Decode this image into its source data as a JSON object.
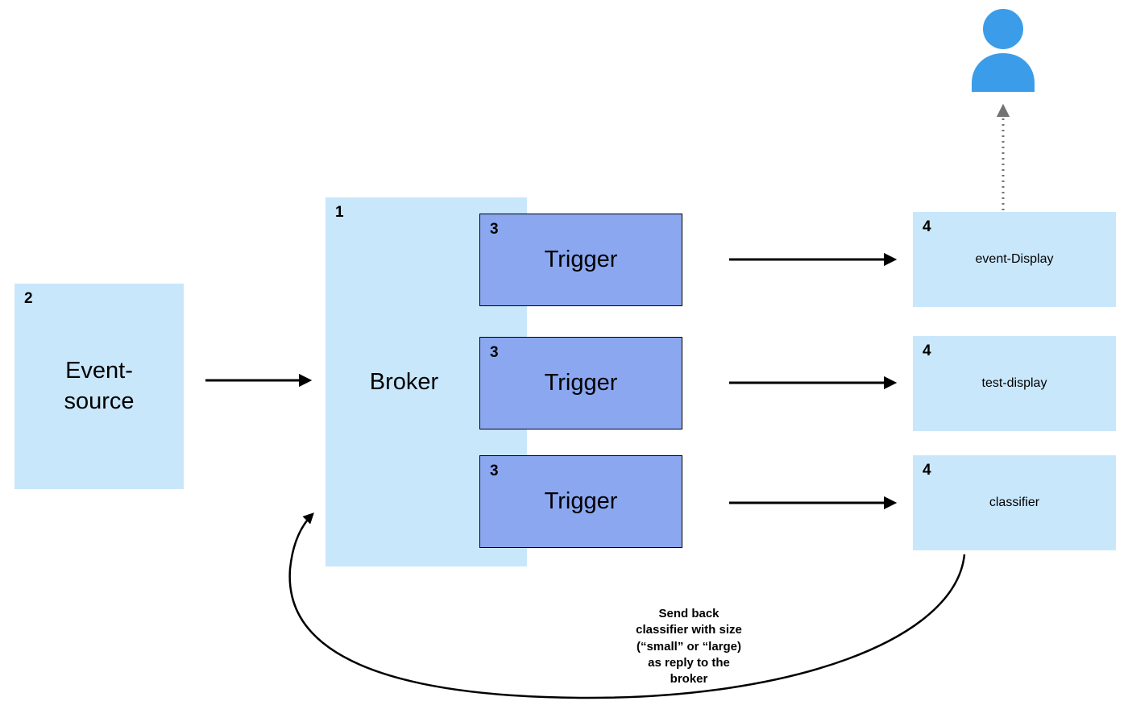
{
  "colors": {
    "light_blue_box": "#c9e7fb",
    "trigger_box": "#8ba7f0",
    "person_blue": "#3b9de9",
    "arrow_black": "#000000",
    "dotted_arrow_gray": "#737373"
  },
  "nodes": {
    "event_source": {
      "number": "2",
      "label": "Event-\nsource"
    },
    "broker": {
      "number": "1",
      "label": "Broker"
    },
    "triggers": [
      {
        "number": "3",
        "label": "Trigger"
      },
      {
        "number": "3",
        "label": "Trigger"
      },
      {
        "number": "3",
        "label": "Trigger"
      }
    ],
    "sinks": [
      {
        "number": "4",
        "label": "event-Display"
      },
      {
        "number": "4",
        "label": "test-display"
      },
      {
        "number": "4",
        "label": "classifier"
      }
    ]
  },
  "annotation": {
    "text": "Send back\nclassifier with size\n(“small” or “large)\nas reply to the\nbroker"
  },
  "icons": {
    "person": "user-icon"
  }
}
